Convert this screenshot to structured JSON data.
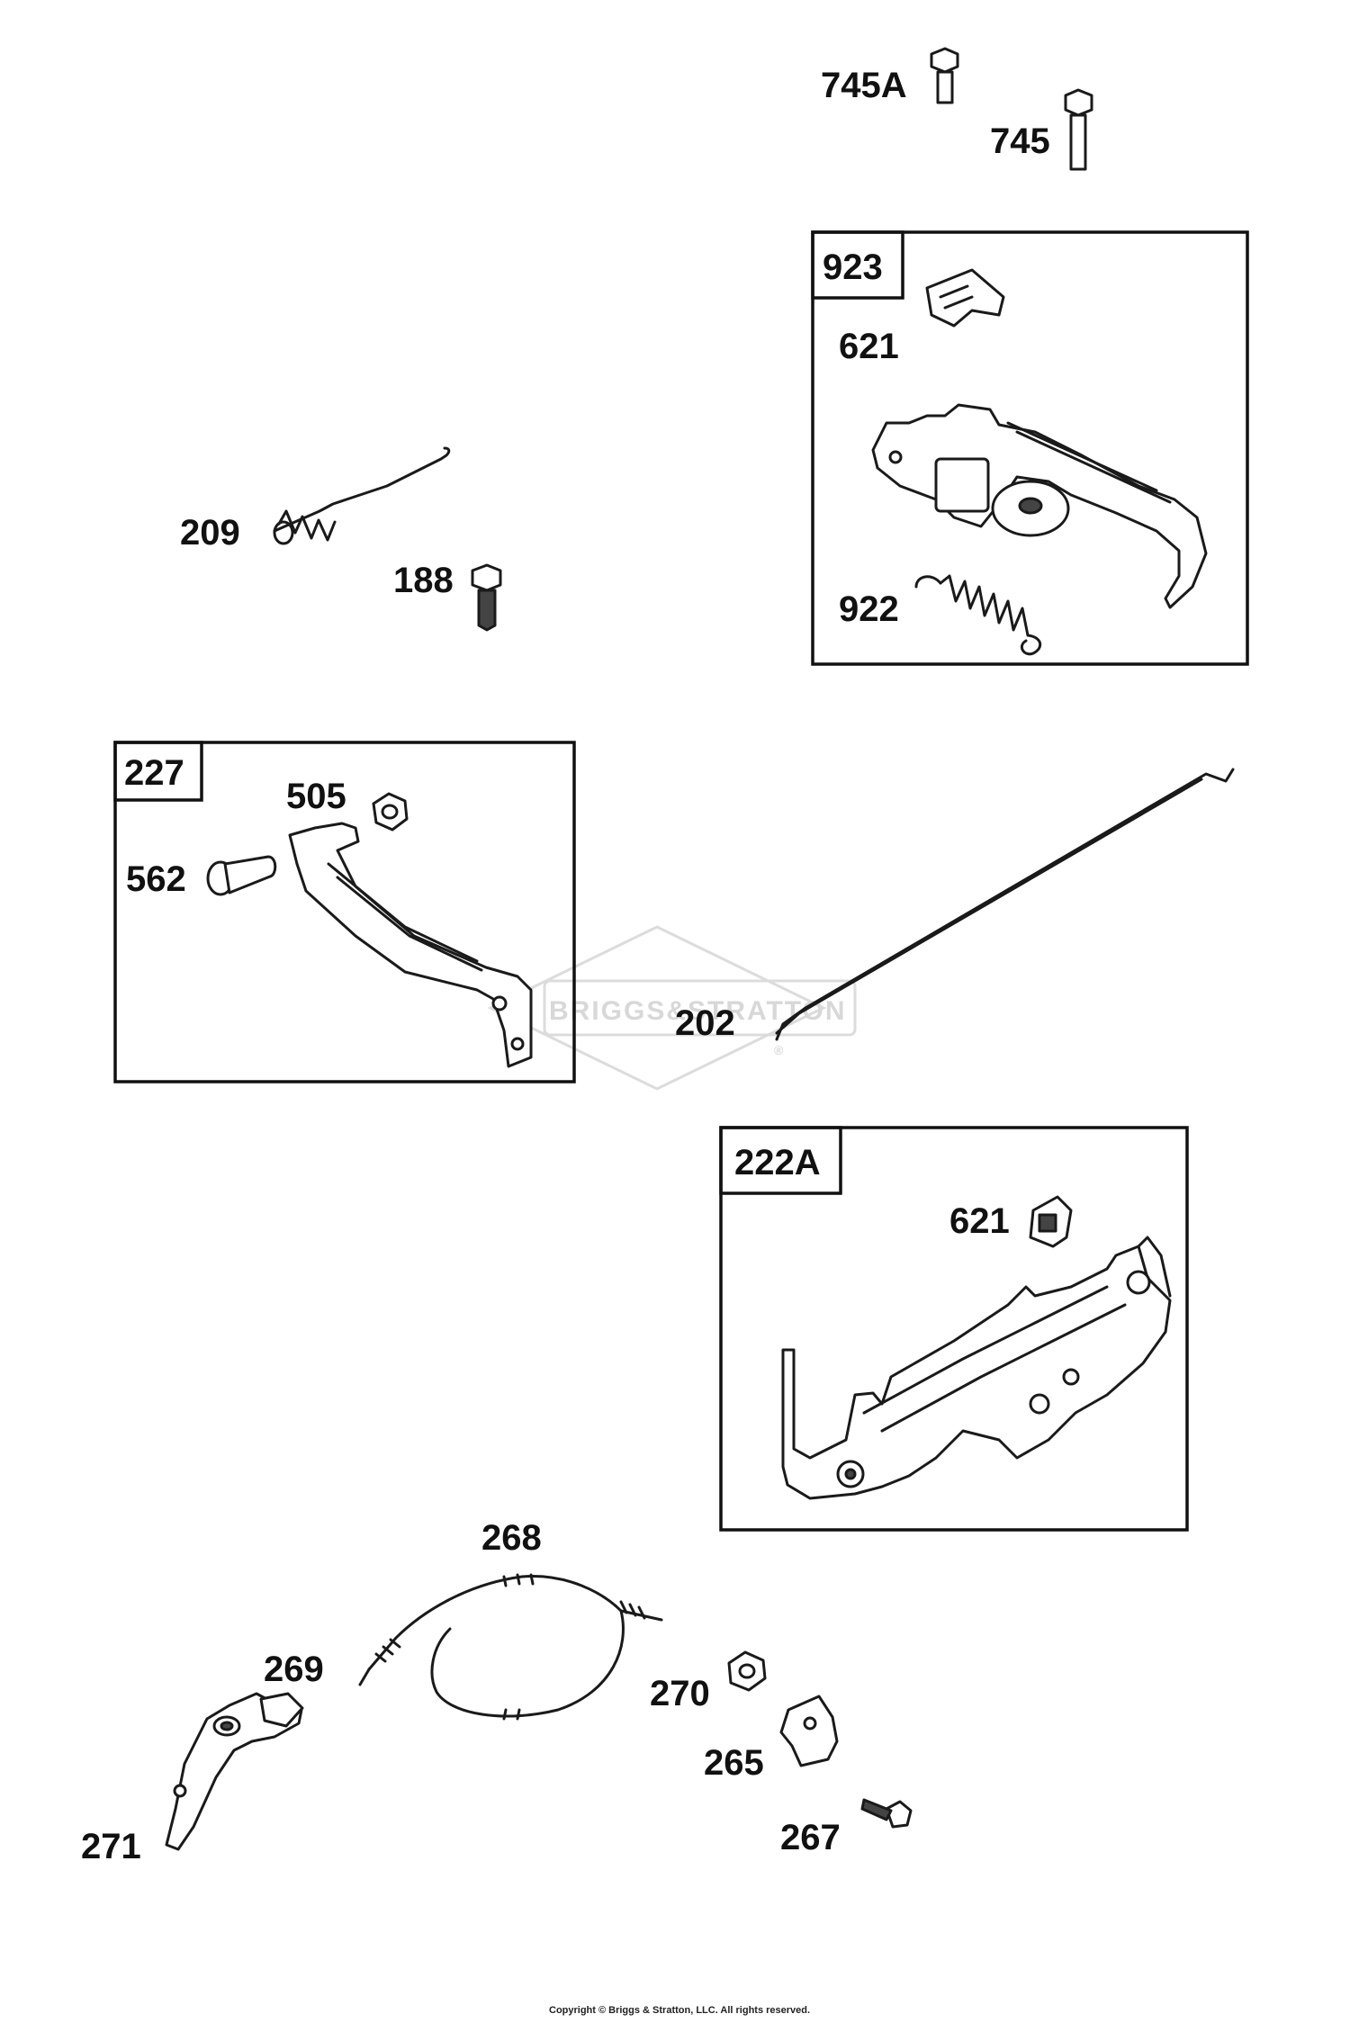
{
  "watermark": {
    "brand": "BRIGGS&STRATTON",
    "mark": "®"
  },
  "labels": {
    "p745A": "745A",
    "p745": "745",
    "p923": "923",
    "p621a": "621",
    "p922": "922",
    "p209": "209",
    "p188": "188",
    "p227": "227",
    "p505": "505",
    "p562": "562",
    "p202": "202",
    "p222A": "222A",
    "p621b": "621",
    "p268": "268",
    "p269": "269",
    "p270": "270",
    "p265": "265",
    "p267": "267",
    "p271": "271"
  },
  "footer": {
    "copyright": "Copyright © Briggs & Stratton, LLC. All rights reserved."
  }
}
